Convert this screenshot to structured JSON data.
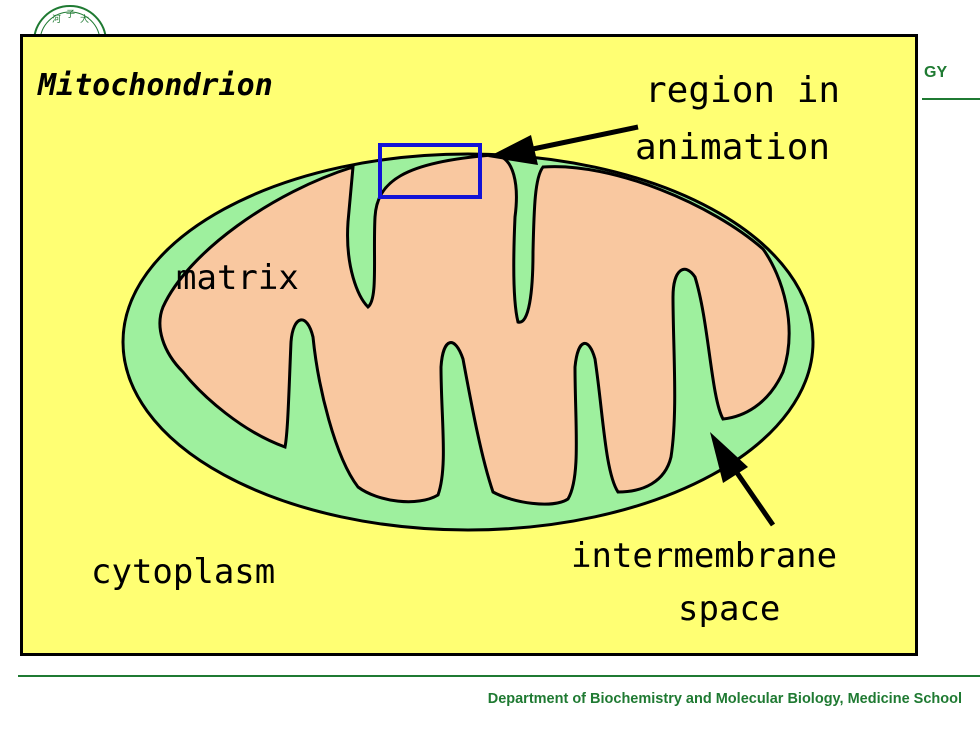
{
  "header": {
    "logo_icon": "university-seal-icon",
    "title_fragment": "GY"
  },
  "diagram": {
    "title": "Mitochondrion",
    "labels": {
      "region_line1": "region in",
      "region_line2": "animation",
      "matrix": "matrix",
      "cytoplasm": "cytoplasm",
      "intermembrane_line1": "intermembrane",
      "intermembrane_line2": "space"
    },
    "colors": {
      "background": "#ffff73",
      "outer_membrane_space": "#9ef09e",
      "matrix": "#f9c8a0",
      "highlight_box": "#1212d6",
      "outline": "#000000"
    }
  },
  "footer": {
    "department": "Department of Biochemistry and Molecular Biology, Medicine School"
  }
}
